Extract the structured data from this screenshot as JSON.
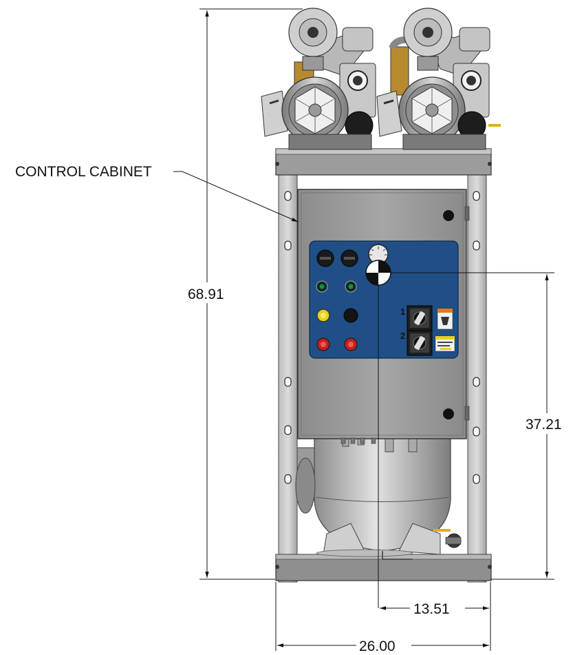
{
  "callout": {
    "text": "CONTROL CABINET"
  },
  "dimensions": {
    "overall_height": "68.91",
    "cog_height": "37.21",
    "cog_width": "13.51",
    "overall_width": "26.00"
  },
  "panel": {
    "row1_labels": [
      "",
      ""
    ],
    "row2_labels": [
      "",
      ""
    ],
    "unit_numbers": [
      "1",
      "2"
    ]
  },
  "colors": {
    "panel_blue": "#1f4f86",
    "cabinet_gray": "#9a9a9a",
    "frame_gray": "#a8a8a8",
    "indicator_green": "#1f8a4a",
    "indicator_yellow": "#e8d020",
    "indicator_red": "#c81e1e"
  }
}
